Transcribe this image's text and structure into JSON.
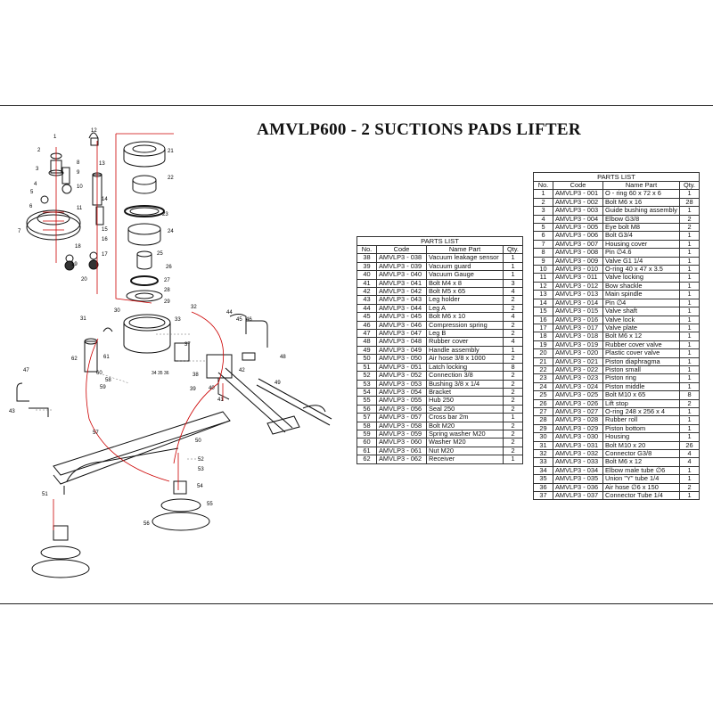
{
  "title": "AMVLP600 - 2 SUCTIONS PADS LIFTER",
  "table_left": {
    "caption": "PARTS LIST",
    "headers": [
      "No.",
      "Code",
      "Name Part",
      "Qty."
    ],
    "rows": [
      [
        "38",
        "AMVLP3 - 038",
        "Vacuum leakage sensor",
        "1"
      ],
      [
        "39",
        "AMVLP3 - 039",
        "Vacuum guard",
        "1"
      ],
      [
        "40",
        "AMVLP3 - 040",
        "Vacuum Gauge",
        "1"
      ],
      [
        "41",
        "AMVLP3 - 041",
        "Bolt M4 x 8",
        "3"
      ],
      [
        "42",
        "AMVLP3 - 042",
        "Bolt M5 x 65",
        "4"
      ],
      [
        "43",
        "AMVLP3 - 043",
        "Leg holder",
        "2"
      ],
      [
        "44",
        "AMVLP3 - 044",
        "Leg A",
        "2"
      ],
      [
        "45",
        "AMVLP3 - 045",
        "Bolt M6 x 10",
        "4"
      ],
      [
        "46",
        "AMVLP3 - 046",
        "Compression spring",
        "2"
      ],
      [
        "47",
        "AMVLP3 - 047",
        "Leg B",
        "2"
      ],
      [
        "48",
        "AMVLP3 - 048",
        "Rubber cover",
        "4"
      ],
      [
        "49",
        "AMVLP3 - 049",
        "Handle assembly",
        "1"
      ],
      [
        "50",
        "AMVLP3 - 050",
        "Air hose 3/8 x 1000",
        "2"
      ],
      [
        "51",
        "AMVLP3 - 051",
        "Latch locking",
        "8"
      ],
      [
        "52",
        "AMVLP3 - 052",
        "Connection 3/8",
        "2"
      ],
      [
        "53",
        "AMVLP3 - 053",
        "Bushing 3/8 x 1/4",
        "2"
      ],
      [
        "54",
        "AMVLP3 - 054",
        "Bracket",
        "2"
      ],
      [
        "55",
        "AMVLP3 - 055",
        "Hub 250",
        "2"
      ],
      [
        "56",
        "AMVLP3 - 056",
        "Seal 250",
        "2"
      ],
      [
        "57",
        "AMVLP3 - 057",
        "Cross bar 2m",
        "1"
      ],
      [
        "58",
        "AMVLP3 - 058",
        "Bolt M20",
        "2"
      ],
      [
        "59",
        "AMVLP3 - 059",
        "Spring washer M20",
        "2"
      ],
      [
        "60",
        "AMVLP3 - 060",
        "Washer M20",
        "2"
      ],
      [
        "61",
        "AMVLP3 - 061",
        "Nut M20",
        "2"
      ],
      [
        "62",
        "AMVLP3 - 062",
        "Receiver",
        "1"
      ]
    ]
  },
  "table_right": {
    "caption": "PARTS LIST",
    "headers": [
      "No.",
      "Code",
      "Name Part",
      "Qty."
    ],
    "rows": [
      [
        "1",
        "AMVLP3 - 001",
        "O - ring 60 x 72 x 6",
        "1"
      ],
      [
        "2",
        "AMVLP3 - 002",
        "Bolt M6 x 16",
        "28"
      ],
      [
        "3",
        "AMVLP3 - 003",
        "Guide bushing assembly",
        "1"
      ],
      [
        "4",
        "AMVLP3 - 004",
        "Elbow G3/8",
        "2"
      ],
      [
        "5",
        "AMVLP3 - 005",
        "Eye bolt M8",
        "2"
      ],
      [
        "6",
        "AMVLP3 - 006",
        "Bolt G3/4",
        "1"
      ],
      [
        "7",
        "AMVLP3 - 007",
        "Housing cover",
        "1"
      ],
      [
        "8",
        "AMVLP3 - 008",
        "Pin ∅4.6",
        "1"
      ],
      [
        "9",
        "AMVLP3 - 009",
        "Valve G1 1/4",
        "1"
      ],
      [
        "10",
        "AMVLP3 - 010",
        "O-ring 40 x 47 x 3.5",
        "1"
      ],
      [
        "11",
        "AMVLP3 - 011",
        "Valve locking",
        "1"
      ],
      [
        "12",
        "AMVLP3 - 012",
        "Bow shackle",
        "1"
      ],
      [
        "13",
        "AMVLP3 - 013",
        "Main spindle",
        "1"
      ],
      [
        "14",
        "AMVLP3 - 014",
        "Pin ∅4",
        "1"
      ],
      [
        "15",
        "AMVLP3 - 015",
        "Valve shaft",
        "1"
      ],
      [
        "16",
        "AMVLP3 - 016",
        "Valve lock",
        "1"
      ],
      [
        "17",
        "AMVLP3 - 017",
        "Valve plate",
        "1"
      ],
      [
        "18",
        "AMVLP3 - 018",
        "Bolt M6 x 12",
        "1"
      ],
      [
        "19",
        "AMVLP3 - 019",
        "Rubber cover valve",
        "1"
      ],
      [
        "20",
        "AMVLP3 - 020",
        "Plastic cover valve",
        "1"
      ],
      [
        "21",
        "AMVLP3 - 021",
        "Piston diaphragma",
        "1"
      ],
      [
        "22",
        "AMVLP3 - 022",
        "Piston small",
        "1"
      ],
      [
        "23",
        "AMVLP3 - 023",
        "Piston ring",
        "1"
      ],
      [
        "24",
        "AMVLP3 - 024",
        "Piston middle",
        "1"
      ],
      [
        "25",
        "AMVLP3 - 025",
        "Bolt M10 x 65",
        "8"
      ],
      [
        "26",
        "AMVLP3 - 026",
        "Lift stop",
        "2"
      ],
      [
        "27",
        "AMVLP3 - 027",
        "O-ring 248 x 256 x 4",
        "1"
      ],
      [
        "28",
        "AMVLP3 - 028",
        "Rubber roll",
        "1"
      ],
      [
        "29",
        "AMVLP3 - 029",
        "Piston bottom",
        "1"
      ],
      [
        "30",
        "AMVLP3 - 030",
        "Housing",
        "1"
      ],
      [
        "31",
        "AMVLP3 - 031",
        "Bolt M10 x 20",
        "26"
      ],
      [
        "32",
        "AMVLP3 - 032",
        "Connector G3/8",
        "4"
      ],
      [
        "33",
        "AMVLP3 - 033",
        "Bolt M6 x 12",
        "4"
      ],
      [
        "34",
        "AMVLP3 - 034",
        "Elbow male tube ∅6",
        "1"
      ],
      [
        "35",
        "AMVLP3 - 035",
        "Union \"Y\" tube 1/4",
        "1"
      ],
      [
        "36",
        "AMVLP3 - 036",
        "Air hose ∅6 x 150",
        "2"
      ],
      [
        "37",
        "AMVLP3 - 037",
        "Connector Tube 1/4",
        "1"
      ]
    ]
  },
  "diagram": {
    "labels": [
      "1",
      "2",
      "3",
      "4",
      "5",
      "6",
      "7",
      "8",
      "9",
      "10",
      "11",
      "12",
      "13",
      "14",
      "15",
      "16",
      "17",
      "18",
      "19",
      "20",
      "21",
      "22",
      "23",
      "24",
      "25",
      "26",
      "27",
      "28",
      "29",
      "30",
      "31",
      "32",
      "33",
      "34",
      "35",
      "36",
      "37",
      "38",
      "39",
      "40",
      "41",
      "42",
      "43",
      "44",
      "45",
      "46",
      "47",
      "48",
      "49",
      "50",
      "51",
      "52",
      "53",
      "54",
      "55",
      "56",
      "57",
      "58",
      "59",
      "60",
      "61",
      "62"
    ]
  }
}
